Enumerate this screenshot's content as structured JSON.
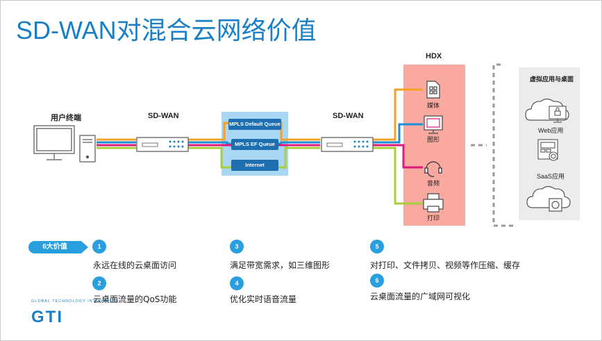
{
  "title": "SD-WAN对混合云网络价值",
  "endpoints": {
    "user_terminal": "用户终端",
    "sdwan_left": "SD-WAN",
    "sdwan_right": "SD-WAN"
  },
  "queues": [
    "MPLS Default Queue",
    "MPLS EF Queue",
    "Internet"
  ],
  "hdx": {
    "title": "HDX",
    "items": [
      "媒体",
      "图形",
      "音频",
      "打印"
    ]
  },
  "cloud_panel": {
    "title": "虚拟应用与桌面",
    "items": [
      "Web应用",
      "SaaS应用"
    ]
  },
  "values_badge": "6大价值",
  "values": [
    {
      "num": "1",
      "text": "永远在线的云桌面访问"
    },
    {
      "num": "2",
      "text": "云桌面流量的QoS功能"
    },
    {
      "num": "3",
      "text": "满足带宽需求，如三维图形"
    },
    {
      "num": "4",
      "text": "优化实时语音流量"
    },
    {
      "num": "5",
      "text": "对打印、文件拷贝、视频等作压缩、缓存"
    },
    {
      "num": "6",
      "text": "云桌面流量的广域网可视化"
    }
  ],
  "logo": {
    "tagline": "GLOBAL TECHNOLOGY INTEGRATOR",
    "name": "GTI"
  },
  "colors": {
    "title_blue": "#1a7fc4",
    "accent_blue": "#2a9fe0",
    "orange": "#f5a020",
    "blue": "#1a8fd6",
    "magenta": "#e0197d",
    "green": "#a8cf3a",
    "hdx_panel": "#f9a9a0",
    "cloud_panel": "#ececec"
  }
}
